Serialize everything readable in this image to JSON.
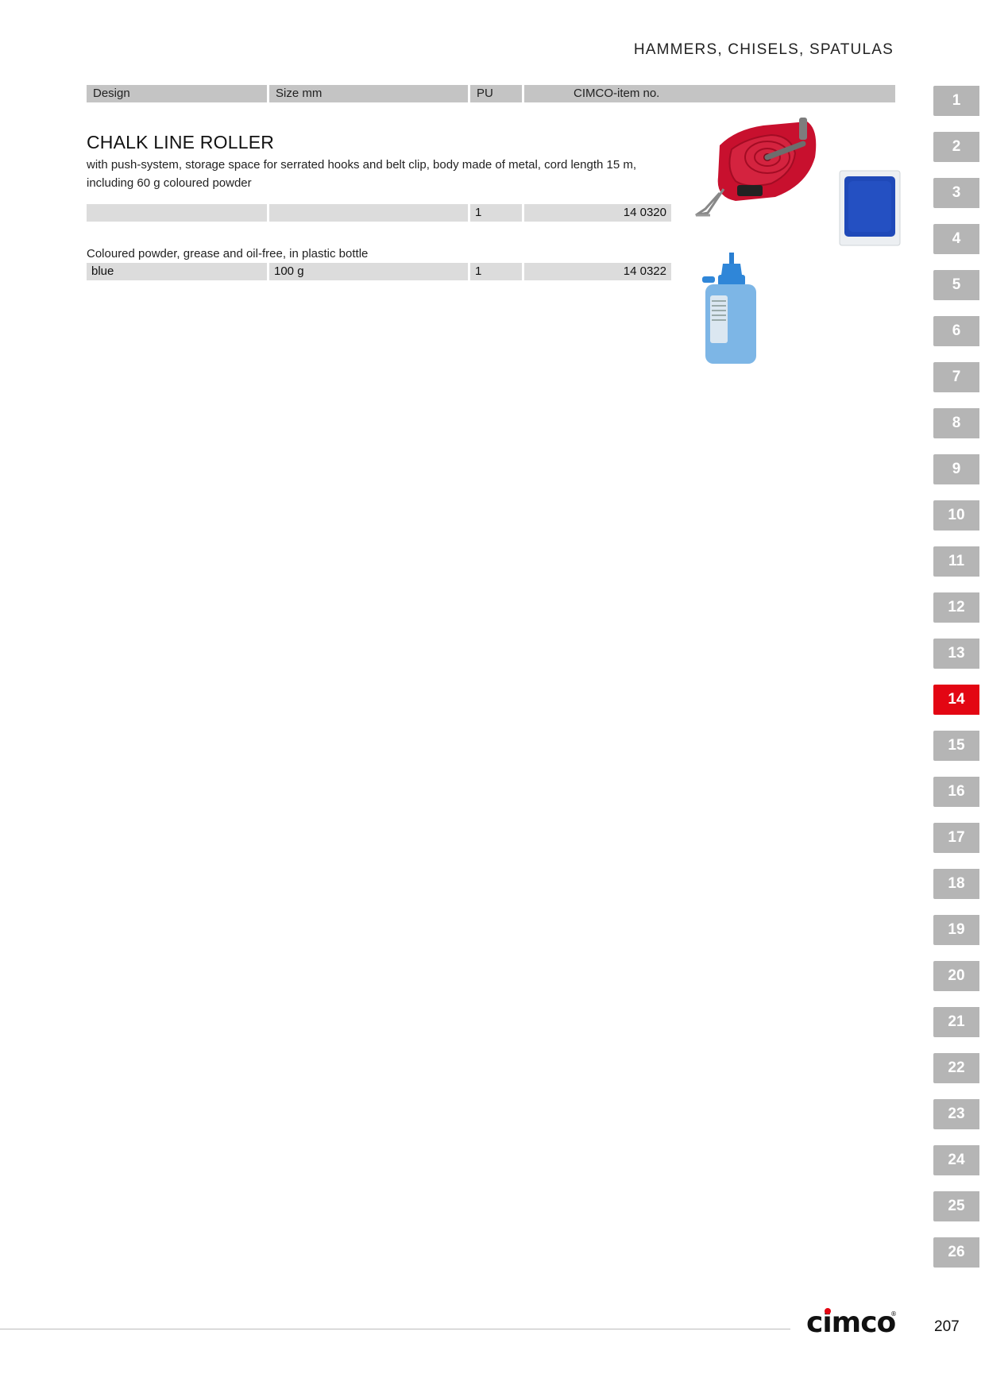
{
  "header": {
    "section_title": "HAMMERS, CHISELS, SPATULAS"
  },
  "columns": {
    "design": "Design",
    "size": "Size mm",
    "pu": "PU",
    "item_no": "CIMCO-item no."
  },
  "product": {
    "title": "CHALK LINE ROLLER",
    "description_line1": "with push-system, storage space for serrated hooks and belt clip, body made of metal, cord length 15 m,",
    "description_line2": "including 60 g coloured powder",
    "rows": [
      {
        "design": "",
        "size": "",
        "pu": "1",
        "item_no": "14 0320"
      }
    ]
  },
  "accessory": {
    "description": "Coloured powder, grease and oil-free, in plastic bottle",
    "rows": [
      {
        "design": "blue",
        "size": "100 g",
        "pu": "1",
        "item_no": "14 0322"
      }
    ]
  },
  "tabs": [
    "1",
    "2",
    "3",
    "4",
    "5",
    "6",
    "7",
    "8",
    "9",
    "10",
    "11",
    "12",
    "13",
    "14",
    "15",
    "16",
    "17",
    "18",
    "19",
    "20",
    "21",
    "22",
    "23",
    "24",
    "25",
    "26"
  ],
  "active_tab": "14",
  "footer": {
    "brand": "cimco",
    "page_number": "207"
  },
  "colors": {
    "accent": "#e30613",
    "tab_gray": "#b5b5b5",
    "header_gray": "#c4c4c4",
    "row_gray": "#dcdcdc"
  },
  "icons": {
    "product_image_1": "chalk-line-roller-image",
    "product_image_2": "powder-bag-image",
    "product_image_3": "powder-bottle-image"
  }
}
